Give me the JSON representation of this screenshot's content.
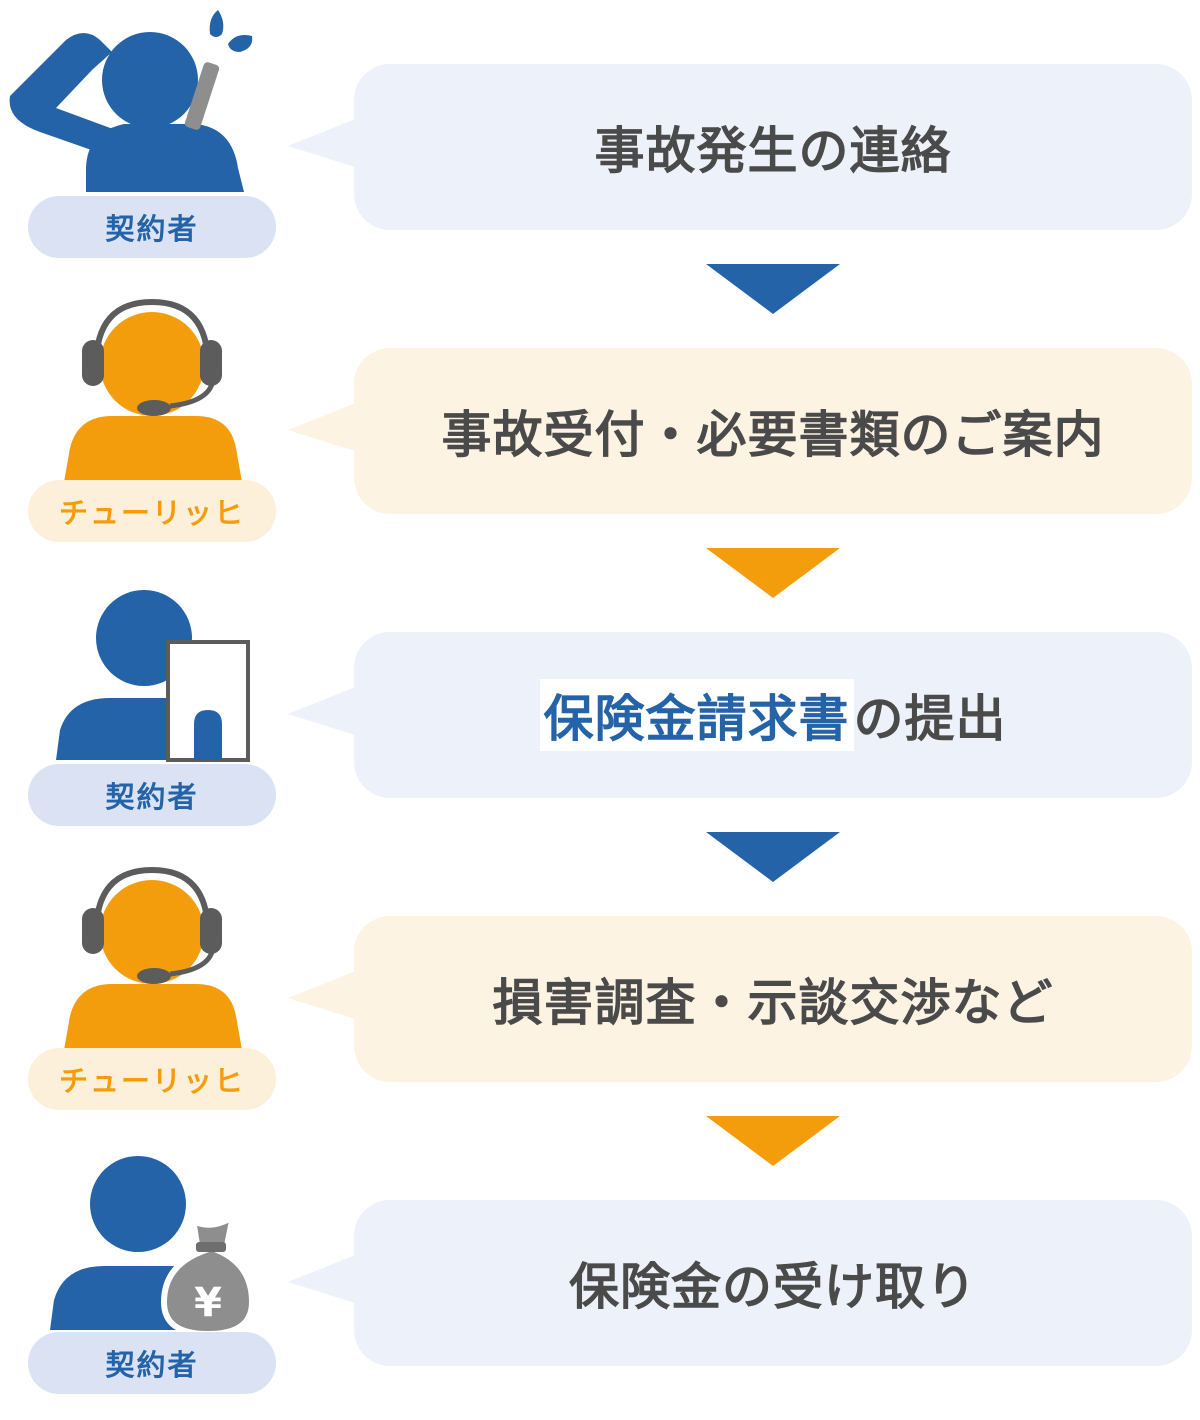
{
  "steps": [
    {
      "actor": "契約者",
      "text": "事故発生の連絡",
      "theme": "blue",
      "icon": "person-phone-worried-icon"
    },
    {
      "actor": "チューリッヒ",
      "text": "事故受付・必要書類のご案内",
      "theme": "orange",
      "icon": "operator-headset-icon"
    },
    {
      "actor": "契約者",
      "text_highlight": "保険金請求書",
      "text_rest": "の提出",
      "theme": "blue",
      "icon": "person-document-icon"
    },
    {
      "actor": "チューリッヒ",
      "text": "損害調査・示談交渉など",
      "theme": "orange",
      "icon": "operator-headset-icon"
    },
    {
      "actor": "契約者",
      "text": "保険金の受け取り",
      "theme": "blue",
      "icon": "person-money-bag-icon"
    }
  ],
  "money_symbol": "¥",
  "colors": {
    "blue": "#2563a8",
    "orange": "#f39c0c",
    "blue_bubble": "#edf1f9",
    "orange_bubble": "#fdf3e3",
    "gray_icon": "#5c5c5c"
  }
}
